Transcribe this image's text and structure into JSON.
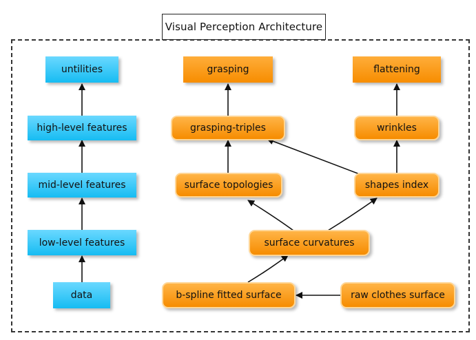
{
  "title": "Visual Perception Architecture",
  "colors": {
    "blue": "#16bcf2",
    "orange": "#f78d00",
    "line": "#111111"
  },
  "nodes": {
    "untilities": "untilities",
    "high_level_features": "high-level features",
    "mid_level_features": "mid-level features",
    "low_level_features": "low-level features",
    "data": "data",
    "grasping": "grasping",
    "flattening": "flattening",
    "grasping_triples": "grasping-triples",
    "wrinkles": "wrinkles",
    "surface_topologies": "surface topologies",
    "shapes_index": "shapes index",
    "surface_curvatures": "surface curvatures",
    "bspline_fitted_surface": "b-spline fitted surface",
    "raw_clothes_surface": "raw clothes surface"
  },
  "edges": [
    {
      "from": "data",
      "to": "low_level_features"
    },
    {
      "from": "low_level_features",
      "to": "mid_level_features"
    },
    {
      "from": "mid_level_features",
      "to": "high_level_features"
    },
    {
      "from": "high_level_features",
      "to": "untilities"
    },
    {
      "from": "grasping_triples",
      "to": "grasping"
    },
    {
      "from": "wrinkles",
      "to": "flattening"
    },
    {
      "from": "surface_topologies",
      "to": "grasping_triples"
    },
    {
      "from": "shapes_index",
      "to": "grasping_triples"
    },
    {
      "from": "shapes_index",
      "to": "wrinkles"
    },
    {
      "from": "surface_curvatures",
      "to": "surface_topologies"
    },
    {
      "from": "surface_curvatures",
      "to": "shapes_index"
    },
    {
      "from": "bspline_fitted_surface",
      "to": "surface_curvatures"
    },
    {
      "from": "raw_clothes_surface",
      "to": "bspline_fitted_surface"
    }
  ]
}
